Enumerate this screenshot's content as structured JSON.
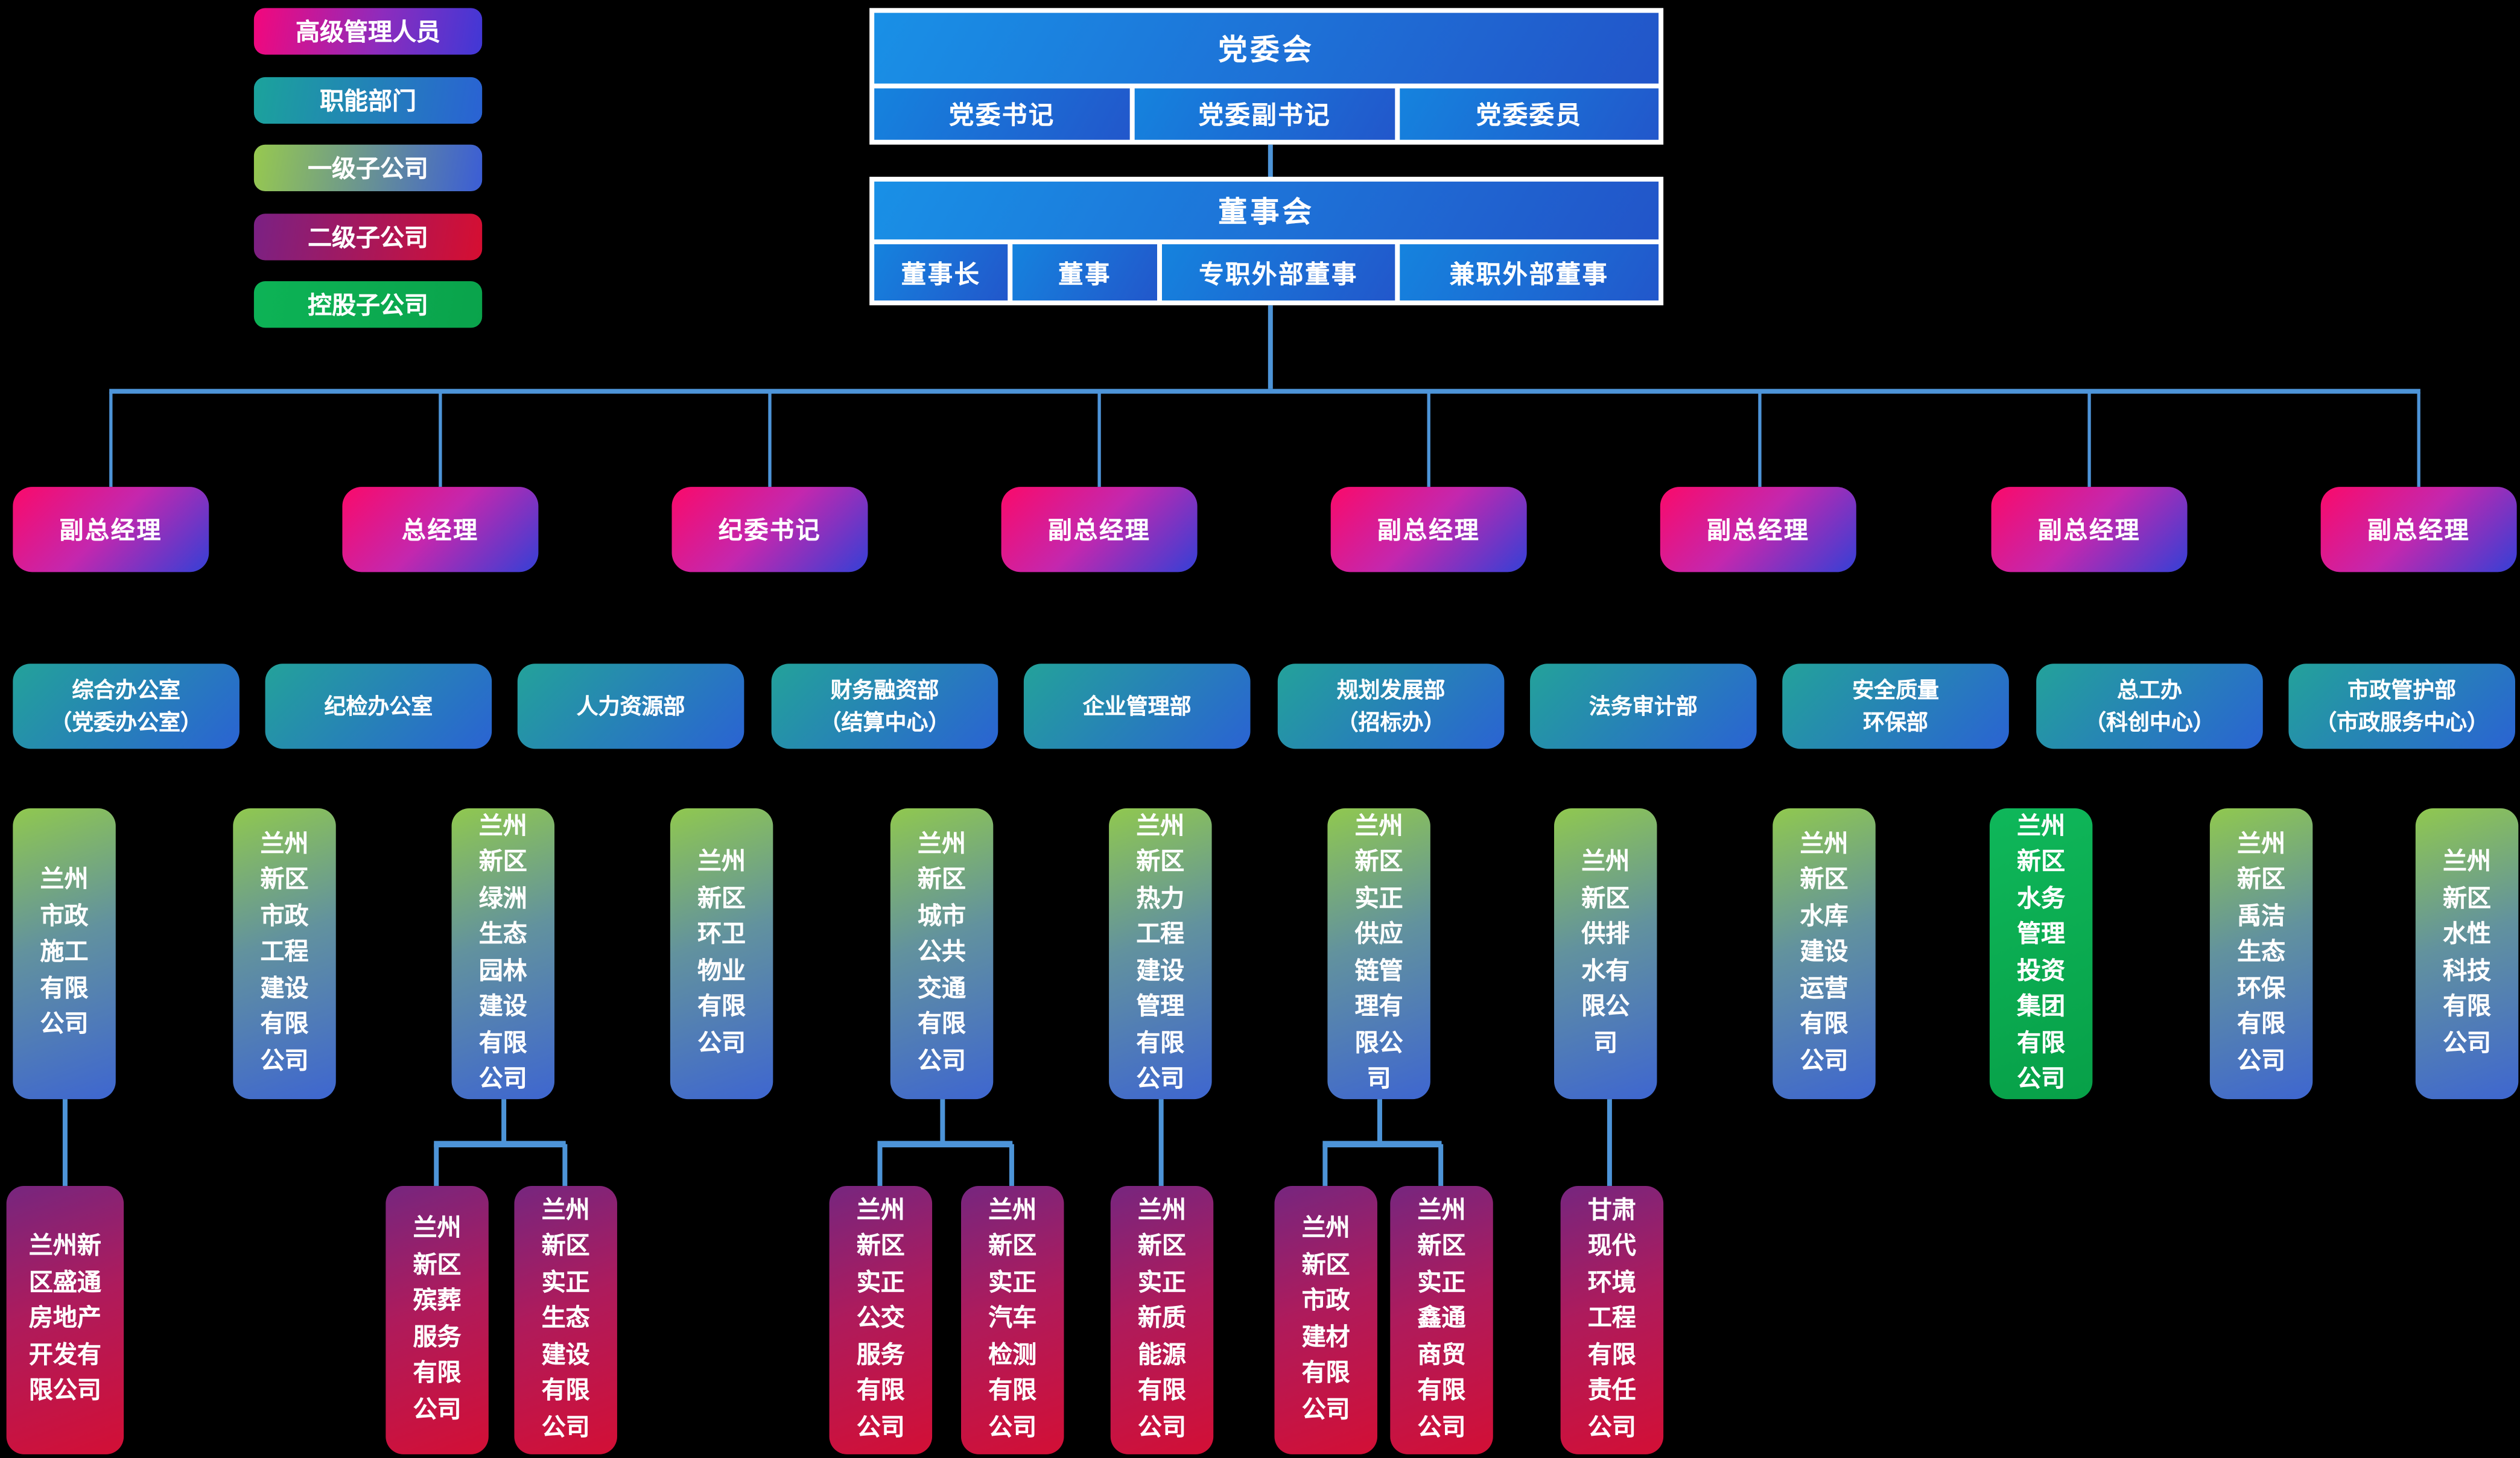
{
  "colors": {
    "background": "#000000",
    "connector": "#4d94d8",
    "party_board_blue_start": "#1990e6",
    "party_board_blue_end": "#2255c9",
    "executive_gradient": [
      "#fa0a6a",
      "#3440d6"
    ],
    "department_gradient": [
      "#23a29a",
      "#2a63d3"
    ],
    "level1_gradient": [
      "#90c84f",
      "#3e66d0"
    ],
    "level2_gradient": [
      "#76267f",
      "#d30f35"
    ],
    "holding_green": "#0db356"
  },
  "legend": {
    "items": [
      {
        "label": "高级管理人员",
        "type": "senior-management"
      },
      {
        "label": "职能部门",
        "type": "functional-department"
      },
      {
        "label": "一级子公司",
        "type": "level1-subsidiary"
      },
      {
        "label": "二级子公司",
        "type": "level2-subsidiary"
      },
      {
        "label": "控股子公司",
        "type": "holding-subsidiary"
      }
    ]
  },
  "party_committee": {
    "title": "党委会",
    "members": [
      "党委书记",
      "党委副书记",
      "党委委员"
    ]
  },
  "board": {
    "title": "董事会",
    "members": [
      "董事长",
      "董事",
      "专职外部董事",
      "兼职外部董事"
    ]
  },
  "executives": [
    "副总经理",
    "总经理",
    "纪委书记",
    "副总经理",
    "副总经理",
    "副总经理",
    "副总经理",
    "副总经理"
  ],
  "departments": [
    {
      "name": "综合办公室\n（党委办公室）"
    },
    {
      "name": "纪检办公室"
    },
    {
      "name": "人力资源部"
    },
    {
      "name": "财务融资部\n（结算中心）"
    },
    {
      "name": "企业管理部"
    },
    {
      "name": "规划发展部\n（招标办）"
    },
    {
      "name": "法务审计部"
    },
    {
      "name": "安全质量\n环保部"
    },
    {
      "name": "总工办\n（科创中心）"
    },
    {
      "name": "市政管护部\n（市政服务中心）"
    }
  ],
  "subsidiaries_level1": [
    {
      "name": "兰州市政施工有限公司",
      "type": "level1"
    },
    {
      "name": "兰州新区市政工程建设有限公司",
      "type": "level1"
    },
    {
      "name": "兰州新区绿洲生态园林建设有限公司",
      "type": "level1"
    },
    {
      "name": "兰州新区环卫物业有限公司",
      "type": "level1"
    },
    {
      "name": "兰州新区城市公共交通有限公司",
      "type": "level1"
    },
    {
      "name": "兰州新区热力工程建设管理有限公司",
      "type": "level1"
    },
    {
      "name": "兰州新区实正供应链管理有限公司",
      "type": "level1"
    },
    {
      "name": "兰州新区供排水有限公司",
      "type": "level1"
    },
    {
      "name": "兰州新区水库建设运营有限公司",
      "type": "level1"
    },
    {
      "name": "兰州新区水务管理投资集团有限公司",
      "type": "holding"
    },
    {
      "name": "兰州新区禹洁生态环保有限公司",
      "type": "level1"
    },
    {
      "name": "兰州新区水性科技有限公司",
      "type": "level1"
    }
  ],
  "subsidiaries_level2": [
    {
      "name": "兰州新区盛通房地产开发有限公司"
    },
    {
      "name": "兰州新区殡葬服务有限公司"
    },
    {
      "name": "兰州新区实正生态建设有限公司"
    },
    {
      "name": "兰州新区实正公交服务有限公司"
    },
    {
      "name": "兰州新区实正汽车检测有限公司"
    },
    {
      "name": "兰州新区实正新质能源有限公司"
    },
    {
      "name": "兰州新区市政建材有限公司"
    },
    {
      "name": "兰州新区实正鑫通商贸有限公司"
    },
    {
      "name": "甘肃现代环境工程有限责任公司"
    }
  ]
}
